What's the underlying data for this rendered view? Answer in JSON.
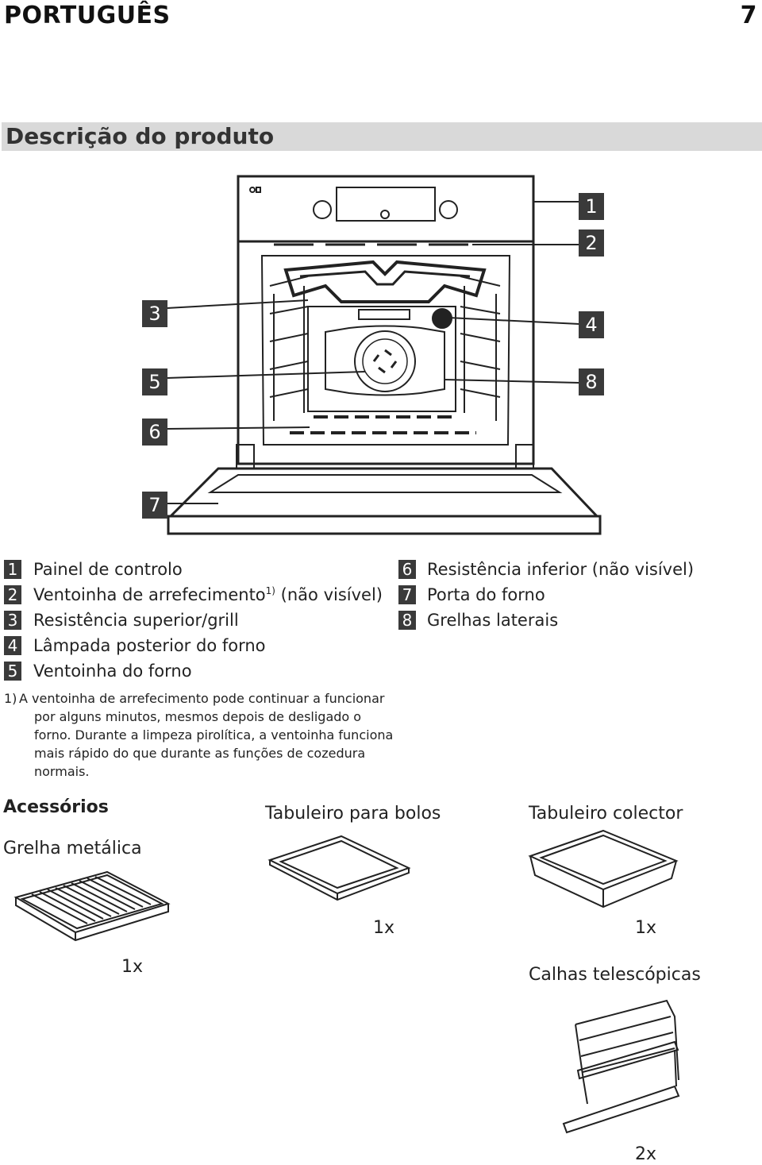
{
  "header": {
    "language": "PORTUGUÊS",
    "page_number": "7"
  },
  "section": {
    "title": "Descrição do produto"
  },
  "diagram": {
    "callouts": [
      "1",
      "2",
      "3",
      "4",
      "5",
      "6",
      "7",
      "8"
    ]
  },
  "legend": {
    "left": [
      {
        "num": "1",
        "text": "Painel de controlo"
      },
      {
        "num": "2",
        "text": "Ventoinha de arrefecimento",
        "sup": "1)",
        "after": " (não visível)"
      },
      {
        "num": "3",
        "text": "Resistência superior/grill"
      },
      {
        "num": "4",
        "text": "Lâmpada posterior do forno"
      },
      {
        "num": "5",
        "text": "Ventoinha do forno"
      }
    ],
    "right": [
      {
        "num": "6",
        "text": "Resistência inferior (não visível)"
      },
      {
        "num": "7",
        "text": "Porta do forno"
      },
      {
        "num": "8",
        "text": "Grelhas laterais"
      }
    ]
  },
  "footnote": {
    "marker": "1)",
    "lines": [
      "A ventoinha de arrefecimento pode continuar a funcionar",
      "por alguns minutos, mesmos depois de desligado o",
      "forno. Durante a limpeza pirolítica, a ventoinha funciona",
      "mais rápido do que durante as funções de cozedura",
      "normais."
    ]
  },
  "accessories": {
    "heading": "Acessórios",
    "items": [
      {
        "name": "Grelha metálica",
        "qty": "1x"
      },
      {
        "name": "Tabuleiro para bolos",
        "qty": "1x"
      },
      {
        "name": "Tabuleiro colector",
        "qty": "1x"
      },
      {
        "name": "Calhas telescópicas",
        "qty": "2x"
      }
    ]
  }
}
